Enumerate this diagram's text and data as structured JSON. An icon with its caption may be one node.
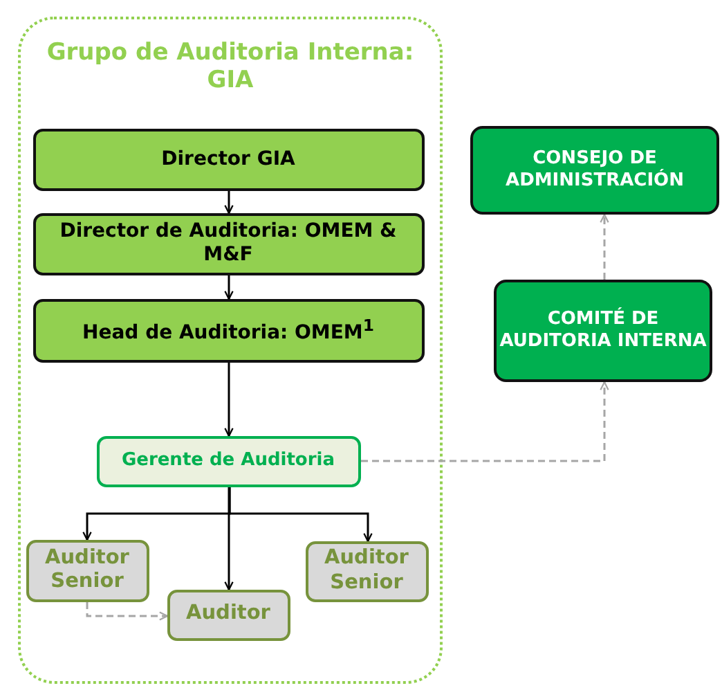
{
  "diagram": {
    "nodes": [
      {
        "text": [
          "Grupo de Auditoria Interna: GIA"
        ]
      },
      {
        "text": [
          "Director GIA"
        ],
        "in": 0
      },
      {
        "text": [
          "Director de Auditoria: OMEM & M&F"
        ],
        "in": 0
      },
      {
        "text": [
          "Head de Auditoria: OMEM$^{1}$"
        ],
        "in": 0
      },
      {
        "text": [
          "Gerente de Auditoria"
        ],
        "in": 0
      },
      {
        "text": [
          "Auditor Senior"
        ],
        "in": 0
      },
      {
        "text": [
          "Auditor"
        ],
        "in": 0
      },
      {
        "text": [
          "Auditor Senior"
        ],
        "in": 0
      },
      {
        "text": [
          "CONSEJO DE ADMINISTRACIÓN"
        ]
      },
      {
        "text": [
          "COMITÉ DE AUDITORIA INTERNA"
        ]
      }
    ],
    "edges": [
      {
        "from": 1,
        "to": 2,
        "arrow": "to"
      },
      {
        "from": 2,
        "to": 3,
        "arrow": "to"
      },
      {
        "from": 3,
        "to": 4,
        "arrow": "to"
      },
      {
        "from": 4,
        "to": 5,
        "arrow": "to"
      },
      {
        "from": 4,
        "to": 6,
        "arrow": "to"
      },
      {
        "from": 4,
        "to": 7,
        "arrow": "to"
      },
      {
        "from": 5,
        "to": 6,
        "arrow": "to",
        "style": "dashed",
        "color": "#a6a6a6"
      },
      {
        "from": 4,
        "to": 9,
        "arrow": "to",
        "style": "dashed",
        "color": "#a6a6a6"
      },
      {
        "from": 9,
        "to": 8,
        "arrow": "to",
        "style": "dashed",
        "color": "#a6a6a6"
      }
    ]
  }
}
